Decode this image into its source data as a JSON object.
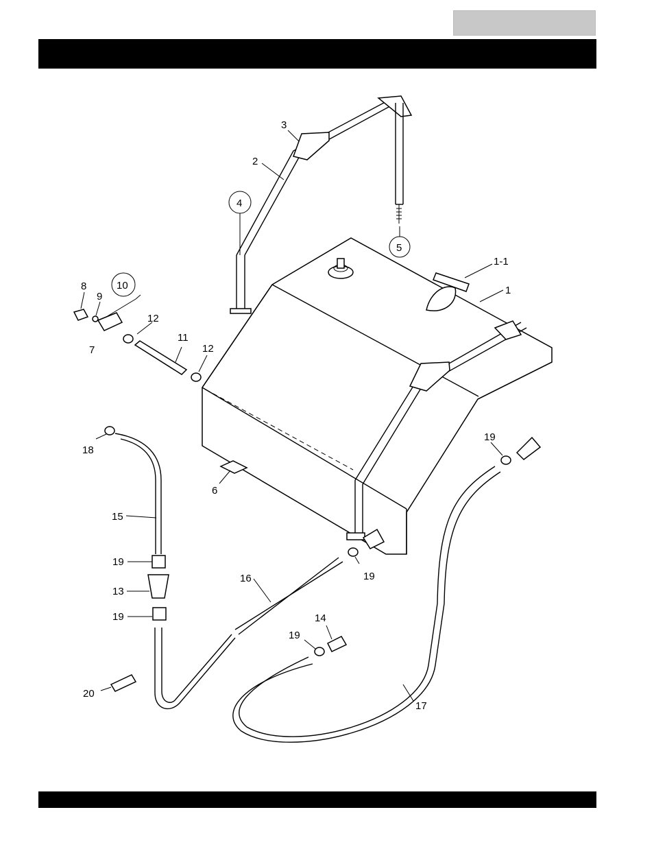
{
  "header": {
    "tab_text": "",
    "title": ""
  },
  "footer": {
    "text": ""
  },
  "callouts": {
    "c1": "1",
    "c1_1": "1-1",
    "c2": "2",
    "c3": "3",
    "c4": "4",
    "c5": "5",
    "c6": "6",
    "c7": "7",
    "c8": "8",
    "c9": "9",
    "c10": "10",
    "c11": "11",
    "c12a": "12",
    "c12b": "12",
    "c13": "13",
    "c14": "14",
    "c15": "15",
    "c16": "16",
    "c17": "17",
    "c18": "18",
    "c19a": "19",
    "c19b": "19",
    "c19c": "19",
    "c19d": "19",
    "c19e": "19",
    "c20": "20"
  }
}
